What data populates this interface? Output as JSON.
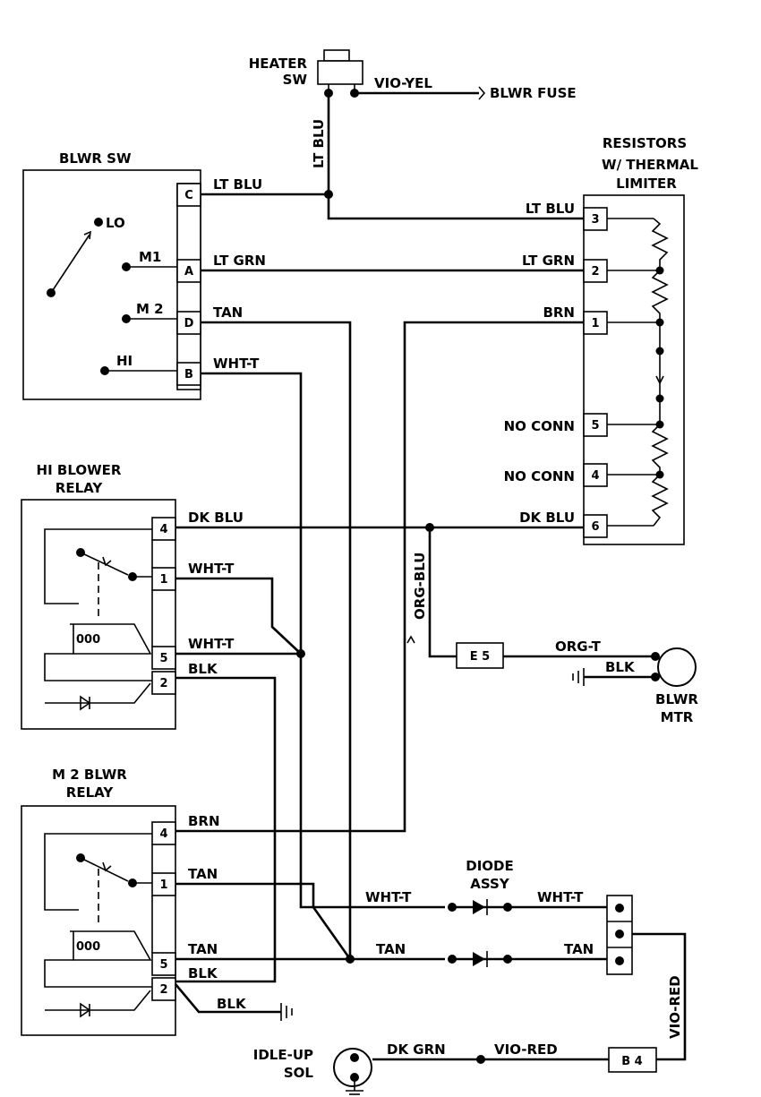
{
  "components": {
    "heater_sw": [
      "HEATER",
      "SW"
    ],
    "blwr_fuse": "BLWR FUSE",
    "blwr_sw": "BLWR SW",
    "resistors": [
      "RESISTORS",
      "W/ THERMAL",
      "LIMITER"
    ],
    "hi_blower_relay": [
      "HI BLOWER",
      "RELAY"
    ],
    "m2_blwr_relay": [
      "M 2 BLWR",
      "RELAY"
    ],
    "blwr_mtr": [
      "BLWR",
      "MTR"
    ],
    "diode_assy": [
      "DIODE",
      "ASSY"
    ],
    "idle_up_sol": [
      "IDLE-UP",
      "SOL"
    ],
    "connector_e5": "E 5",
    "connector_b4": "B 4"
  },
  "switch_positions": {
    "lo": "LO",
    "m1": "M1",
    "m2": "M 2",
    "hi": "HI"
  },
  "blwr_sw_pins": [
    "C",
    "A",
    "D",
    "B"
  ],
  "resistor_pins": [
    "3",
    "2",
    "1",
    "5",
    "4",
    "6"
  ],
  "hi_relay_pins": [
    "4",
    "1",
    "5",
    "2"
  ],
  "m2_relay_pins": [
    "4",
    "1",
    "5",
    "2"
  ],
  "no_conn": "NO CONN",
  "coil_symbol": "000",
  "wires": {
    "vio_yel": "VIO-YEL",
    "lt_blu": "LT BLU",
    "lt_grn": "LT GRN",
    "tan": "TAN",
    "wht_t": "WHT-T",
    "brn": "BRN",
    "dk_blu": "DK BLU",
    "blk": "BLK",
    "org_blu": "ORG-BLU",
    "org_t": "ORG-T",
    "dk_grn": "DK GRN",
    "vio_red": "VIO-RED",
    "vio_red_vertical": "VIO-RED"
  }
}
